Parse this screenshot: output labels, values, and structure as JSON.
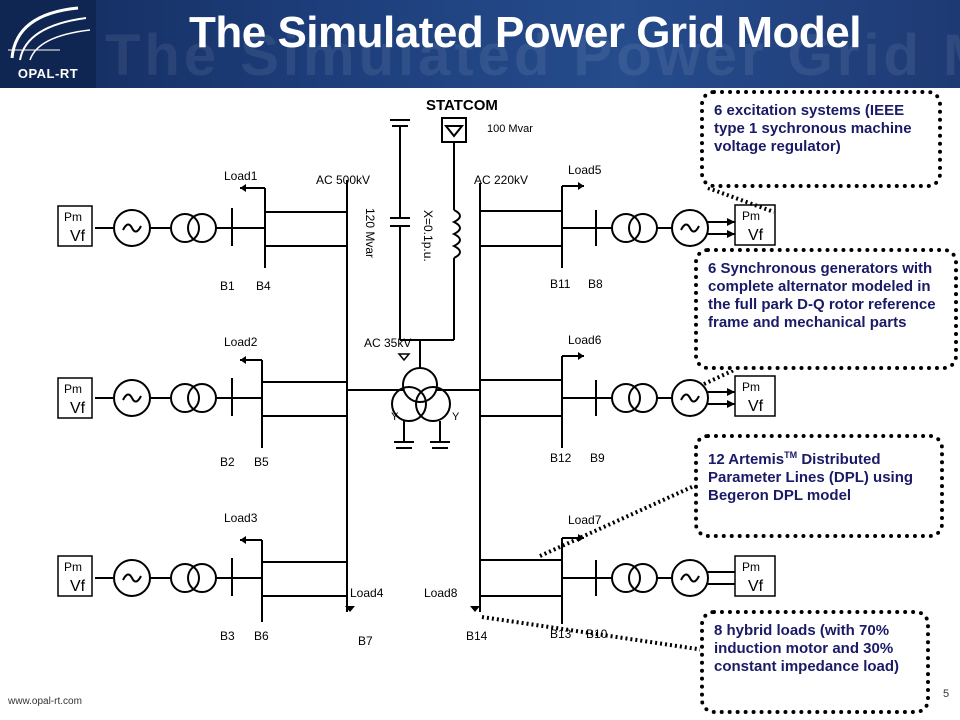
{
  "header": {
    "title": "The Simulated Power Grid Model",
    "logo_text": "OPAL-RT"
  },
  "diagram": {
    "statcom": {
      "label": "STATCOM",
      "rating": "100 Mvar"
    },
    "capacitor_label": "120 Mvar",
    "reactance_label": "X=0.1p.u.",
    "buses": {
      "ac500": "AC 500kV",
      "ac220": "AC 220kV",
      "ac35": "AC 35kV",
      "b1": "B1",
      "b2": "B2",
      "b3": "B3",
      "b4": "B4",
      "b5": "B5",
      "b6": "B6",
      "b7": "B7",
      "b8": "B8",
      "b9": "B9",
      "b10": "B10",
      "b11": "B11",
      "b12": "B12",
      "b13": "B13",
      "b14": "B14"
    },
    "loads": {
      "load1": "Load1",
      "load2": "Load2",
      "load3": "Load3",
      "load4": "Load4",
      "load5": "Load5",
      "load6": "Load6",
      "load7": "Load7",
      "load8": "Load8"
    },
    "gen_pm": "Pm",
    "gen_vf": "Vf",
    "winding_y": "Y"
  },
  "callouts": {
    "excitation": "6 excitation systems (IEEE type 1 sychronous machine voltage regulator)",
    "generators": "6 Synchronous generators with complete alternator modeled in the full park D-Q rotor reference frame and mechanical parts",
    "dpl_pre": "12 Artemis",
    "dpl_tm": "TM",
    "dpl_post": " Distributed Parameter  Lines (DPL) using Begeron DPL model",
    "loads": "8 hybrid loads (with 70% induction motor and 30% constant impedance load)"
  },
  "footer": {
    "url": "www.opal-rt.com",
    "page": "5"
  }
}
